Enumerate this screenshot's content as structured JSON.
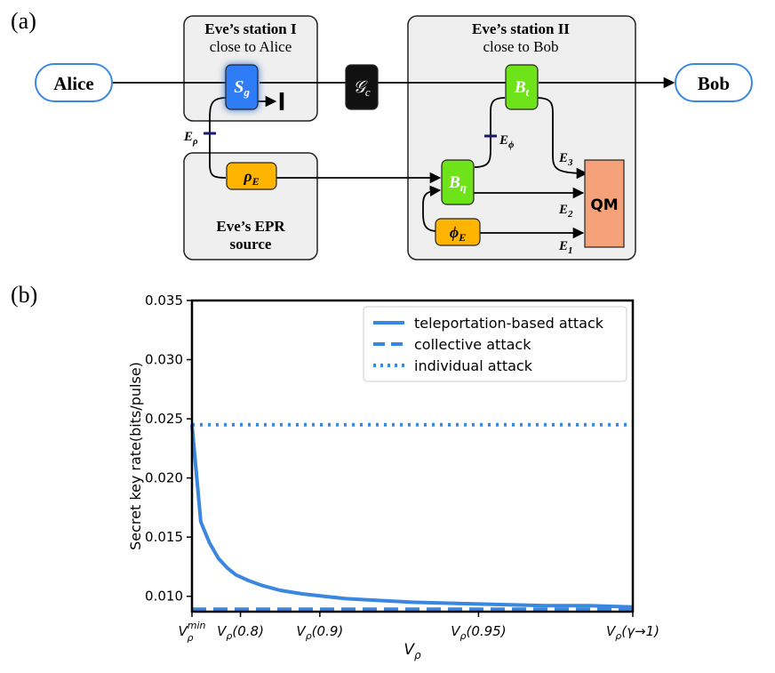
{
  "panel_labels": {
    "a": "(a)",
    "b": "(b)"
  },
  "diagram": {
    "alice": "Alice",
    "bob": "Bob",
    "station1_title": "Eve’s station I",
    "station1_subtitle": "close to Alice",
    "station2_title": "Eve’s station II",
    "station2_subtitle": "close to Bob",
    "epr_title_line1": "Eve’s EPR",
    "epr_title_line2": "source",
    "qm": "QM",
    "colors": {
      "sg_blue": "#2f7df6",
      "gc_black": "#111111",
      "beam_green": "#6fe31a",
      "source_orange": "#ffb400",
      "qm_salmon": "#f5a27a",
      "station_gray": "#efefef"
    }
  },
  "chart_data": {
    "type": "line",
    "ylabel": "Secret key rate(bits/pulse)",
    "xlabel": "Vρ",
    "ylim": [
      0.0087,
      0.035
    ],
    "yticks": [
      "0.035",
      "0.030",
      "0.025",
      "0.020",
      "0.015",
      "0.010"
    ],
    "ytick_values": [
      0.035,
      0.03,
      0.025,
      0.02,
      0.015,
      0.01
    ],
    "xticks": [
      {
        "pos": 0.0,
        "label": "Vρ^min"
      },
      {
        "pos": 0.11,
        "label": "Vρ(0.8)"
      },
      {
        "pos": 0.29,
        "label": "Vρ(0.9)"
      },
      {
        "pos": 0.65,
        "label": "Vρ(0.95)"
      },
      {
        "pos": 1.0,
        "label": "Vρ(γ→1)"
      }
    ],
    "legend_position": "top-right",
    "color": "#3a87e0",
    "series": [
      {
        "name": "teleportation-based attack",
        "style": "solid",
        "x": [
          0.0,
          0.02,
          0.04,
          0.06,
          0.08,
          0.1,
          0.13,
          0.16,
          0.2,
          0.25,
          0.3,
          0.35,
          0.4,
          0.5,
          0.6,
          0.7,
          0.8,
          0.9,
          1.0
        ],
        "y": [
          0.0245,
          0.0163,
          0.0145,
          0.0132,
          0.0124,
          0.0118,
          0.0113,
          0.0109,
          0.0105,
          0.0102,
          0.01,
          0.0098,
          0.0097,
          0.0095,
          0.0094,
          0.0093,
          0.0092,
          0.0092,
          0.0091
        ]
      },
      {
        "name": "collective attack",
        "style": "dashed",
        "x": [
          0.0,
          1.0
        ],
        "y": [
          0.0089,
          0.0089
        ]
      },
      {
        "name": "individual attack",
        "style": "dotted",
        "x": [
          0.0,
          1.0
        ],
        "y": [
          0.0245,
          0.0245
        ]
      }
    ]
  }
}
